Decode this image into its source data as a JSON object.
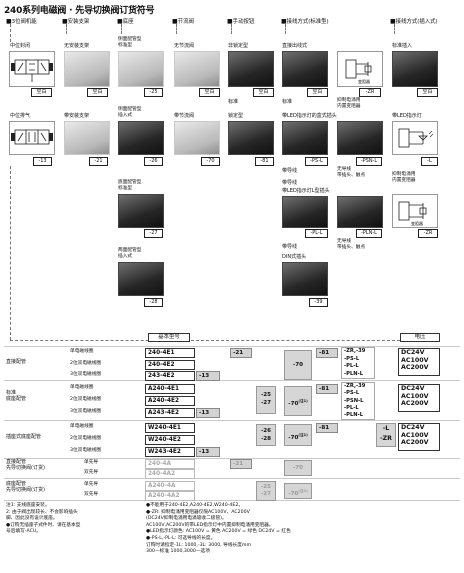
{
  "title": "240系列电磁阀 · 先导切换阀订货符号",
  "headers": {
    "function_3pos": "3位阀机能",
    "mounting": "安装支架",
    "base": "底座",
    "throttle": "节流阀",
    "manual": "手动按钮",
    "wiring_std": "接线方式(标准型)",
    "wiring_plugin": "接线方式(插入式)"
  },
  "col1": {
    "middle_closed": "中位封闭",
    "blank": "空白",
    "middle_exhaust": "中位排气",
    "code13": "-13"
  },
  "col2": {
    "without_bracket": "无安装支架",
    "blank": "空白",
    "with_bracket": "带安装支架",
    "code21": "-21"
  },
  "col3": {
    "side_std": "侧面配管型\n标准型",
    "code25": "-25",
    "side_plugin": "侧面配管型\n插入式",
    "code26": "-26",
    "bottom_std": "底面配管型\n标准型",
    "code27": "-27",
    "both_plugin": "两面配管型\n插入式",
    "code28": "-28"
  },
  "col4": {
    "without_throttle": "无节流阀",
    "blank": "空白",
    "with_throttle": "带节流阀",
    "code70": "-70"
  },
  "col5": {
    "non_locking": "非锁定型",
    "blank": "空白",
    "standard": "标准",
    "locking": "锁定型",
    "code81": "-81"
  },
  "col6": {
    "direct_outlet": "直接出线式",
    "blank": "空白",
    "standard": "标准",
    "surge_suppressor_circuit": "抑制电涌用\n内置变阻器",
    "zr": "-ZR",
    "with_led_box": "带LED指示灯的盒式插头",
    "with_conductor": "带导线",
    "no_conductor_contact": "无导线\n带插头、触点",
    "psl": "-PS-L",
    "psnl": "-PSN-L",
    "with_conductor2": "带导线",
    "with_led_plug": "带LED指示灯L型插头",
    "no_conductor_contact2": "无导线\n带插头、触点",
    "pll": "-PL-L",
    "plnl": "-PLN-L",
    "with_conductor3": "带导线",
    "din_plug": "DIN式插头",
    "code39": "-39"
  },
  "col7": {
    "plugin": "标准插入",
    "blank": "空白",
    "with_led": "带LED指示灯",
    "l": "-L",
    "surge_suppressor_circuit": "抑制电涌用\n内置变阻器",
    "zr": "-ZR"
  },
  "order": {
    "base_model": "基本型号",
    "voltage": "电压",
    "rows": [
      {
        "group": "直接配管",
        "sub": "单电磁线圈",
        "model": "240-4E1",
        "c21": "-21",
        "c70": "-70",
        "c81": "-81",
        "opts": [
          "-ZR,-39",
          "-PS-L",
          "-PL-L",
          "-PLN-L"
        ],
        "volts": [
          "DC24V",
          "AC100V",
          "AC200V"
        ]
      },
      {
        "group": "",
        "sub": "2位双电磁线圈",
        "model": "240-4E2"
      },
      {
        "group": "",
        "sub": "3位双电磁线圈",
        "model": "243-4E2",
        "c13": "-13"
      },
      {
        "group": "标准\n底座配管",
        "sub": "单电磁线圈",
        "model": "A240-4E1",
        "c25": "-25\n-27",
        "c70": "-70",
        "c81": "-81",
        "opts": [
          "-ZR,-39",
          "-PS-L",
          "-PSN-L",
          "-PL-L",
          "-PLN-L"
        ],
        "volts": [
          "DC24V",
          "AC100V",
          "AC200V"
        ]
      },
      {
        "group": "",
        "sub": "2位双电磁线圈",
        "model": "A240-4E2"
      },
      {
        "group": "",
        "sub": "3位双电磁线圈",
        "model": "A243-4E2",
        "c13": "-13"
      },
      {
        "group": "插座式底座配管",
        "sub": "单电磁线圈",
        "model": "W240-4E1",
        "c26": "-26\n-28",
        "c70": "-70",
        "c81": "-81",
        "opts": [
          "-L",
          "-ZR"
        ],
        "volts": [
          "DC24V",
          "AC100V",
          "AC200V"
        ]
      },
      {
        "group": "",
        "sub": "2位双电磁线圈",
        "model": "W240-4E2"
      },
      {
        "group": "",
        "sub": "3位双电磁线圈",
        "model": "W243-4E2",
        "c13": "-13"
      },
      {
        "group": "直接配管\n先导切换阀(订货)",
        "sub": "单先导",
        "model": "240-4A",
        "c21": "-21",
        "c70": "-70"
      },
      {
        "group": "",
        "sub": "双先导",
        "model": "240-4A2"
      },
      {
        "group": "底座配管\n先导切换阀(订货)",
        "sub": "单先导",
        "model": "A240-4A",
        "c25": "-25\n-27",
        "c70": "-70"
      },
      {
        "group": "",
        "sub": "双先导",
        "model": "A240-4A2"
      }
    ],
    "note_mark": "(注1)"
  },
  "footnotes": {
    "left": [
      "注1: 支线底座安装。",
      "    2: 由于阀出现较长、不会影响插头",
      "    脚、因此没有设计底座。",
      "●订购无插座子式件时、请在基本型",
      "  号后填写-ACU。"
    ],
    "right": [
      "●不能用于240-4E2,A240-4E2,W240-4E2。",
      "●-ZR: 抑制电涌用变阻器仅限AC100V、AC200V",
      "  (DC24V抑制电涌用电涌吸收二极管)。",
      "  AC100V,AC200V的带LED指示灯中内置抑制电涌用变阻器。",
      "●LED指示灯颜色: AC100V = 黄色  AC200V = 绿色  DC24V = 红色",
      "●-PS-L,-PL-L: 可选导线的长度。",
      "  订购时请指定-1L: 1000,-3L: 3000,  导线长度mm",
      "  300—标准  1000,3000—选项"
    ]
  }
}
